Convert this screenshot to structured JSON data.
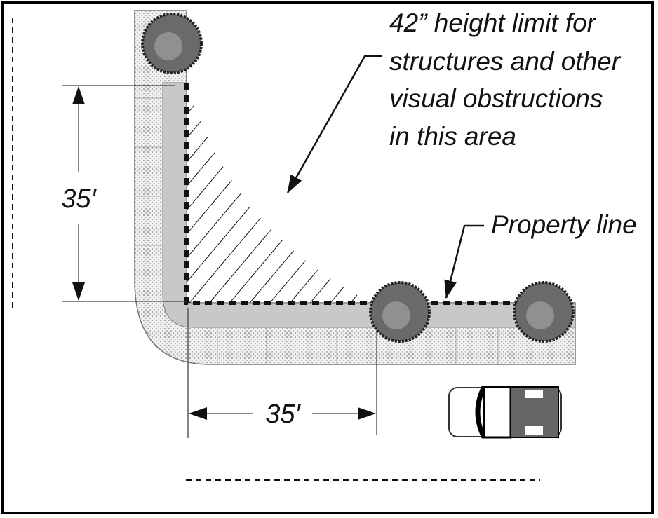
{
  "annotation": {
    "lines": [
      "42” height limit for",
      "structures and other",
      "visual obstructions",
      "in this area"
    ]
  },
  "property_line_label": "Property line",
  "dimension_vertical": "35′",
  "dimension_horizontal": "35′",
  "colors": {
    "sidewalk_strip": "#c8c8c8",
    "stipple": "#ececec",
    "tree": "#6a6a6a",
    "truck_bed": "#666666"
  }
}
